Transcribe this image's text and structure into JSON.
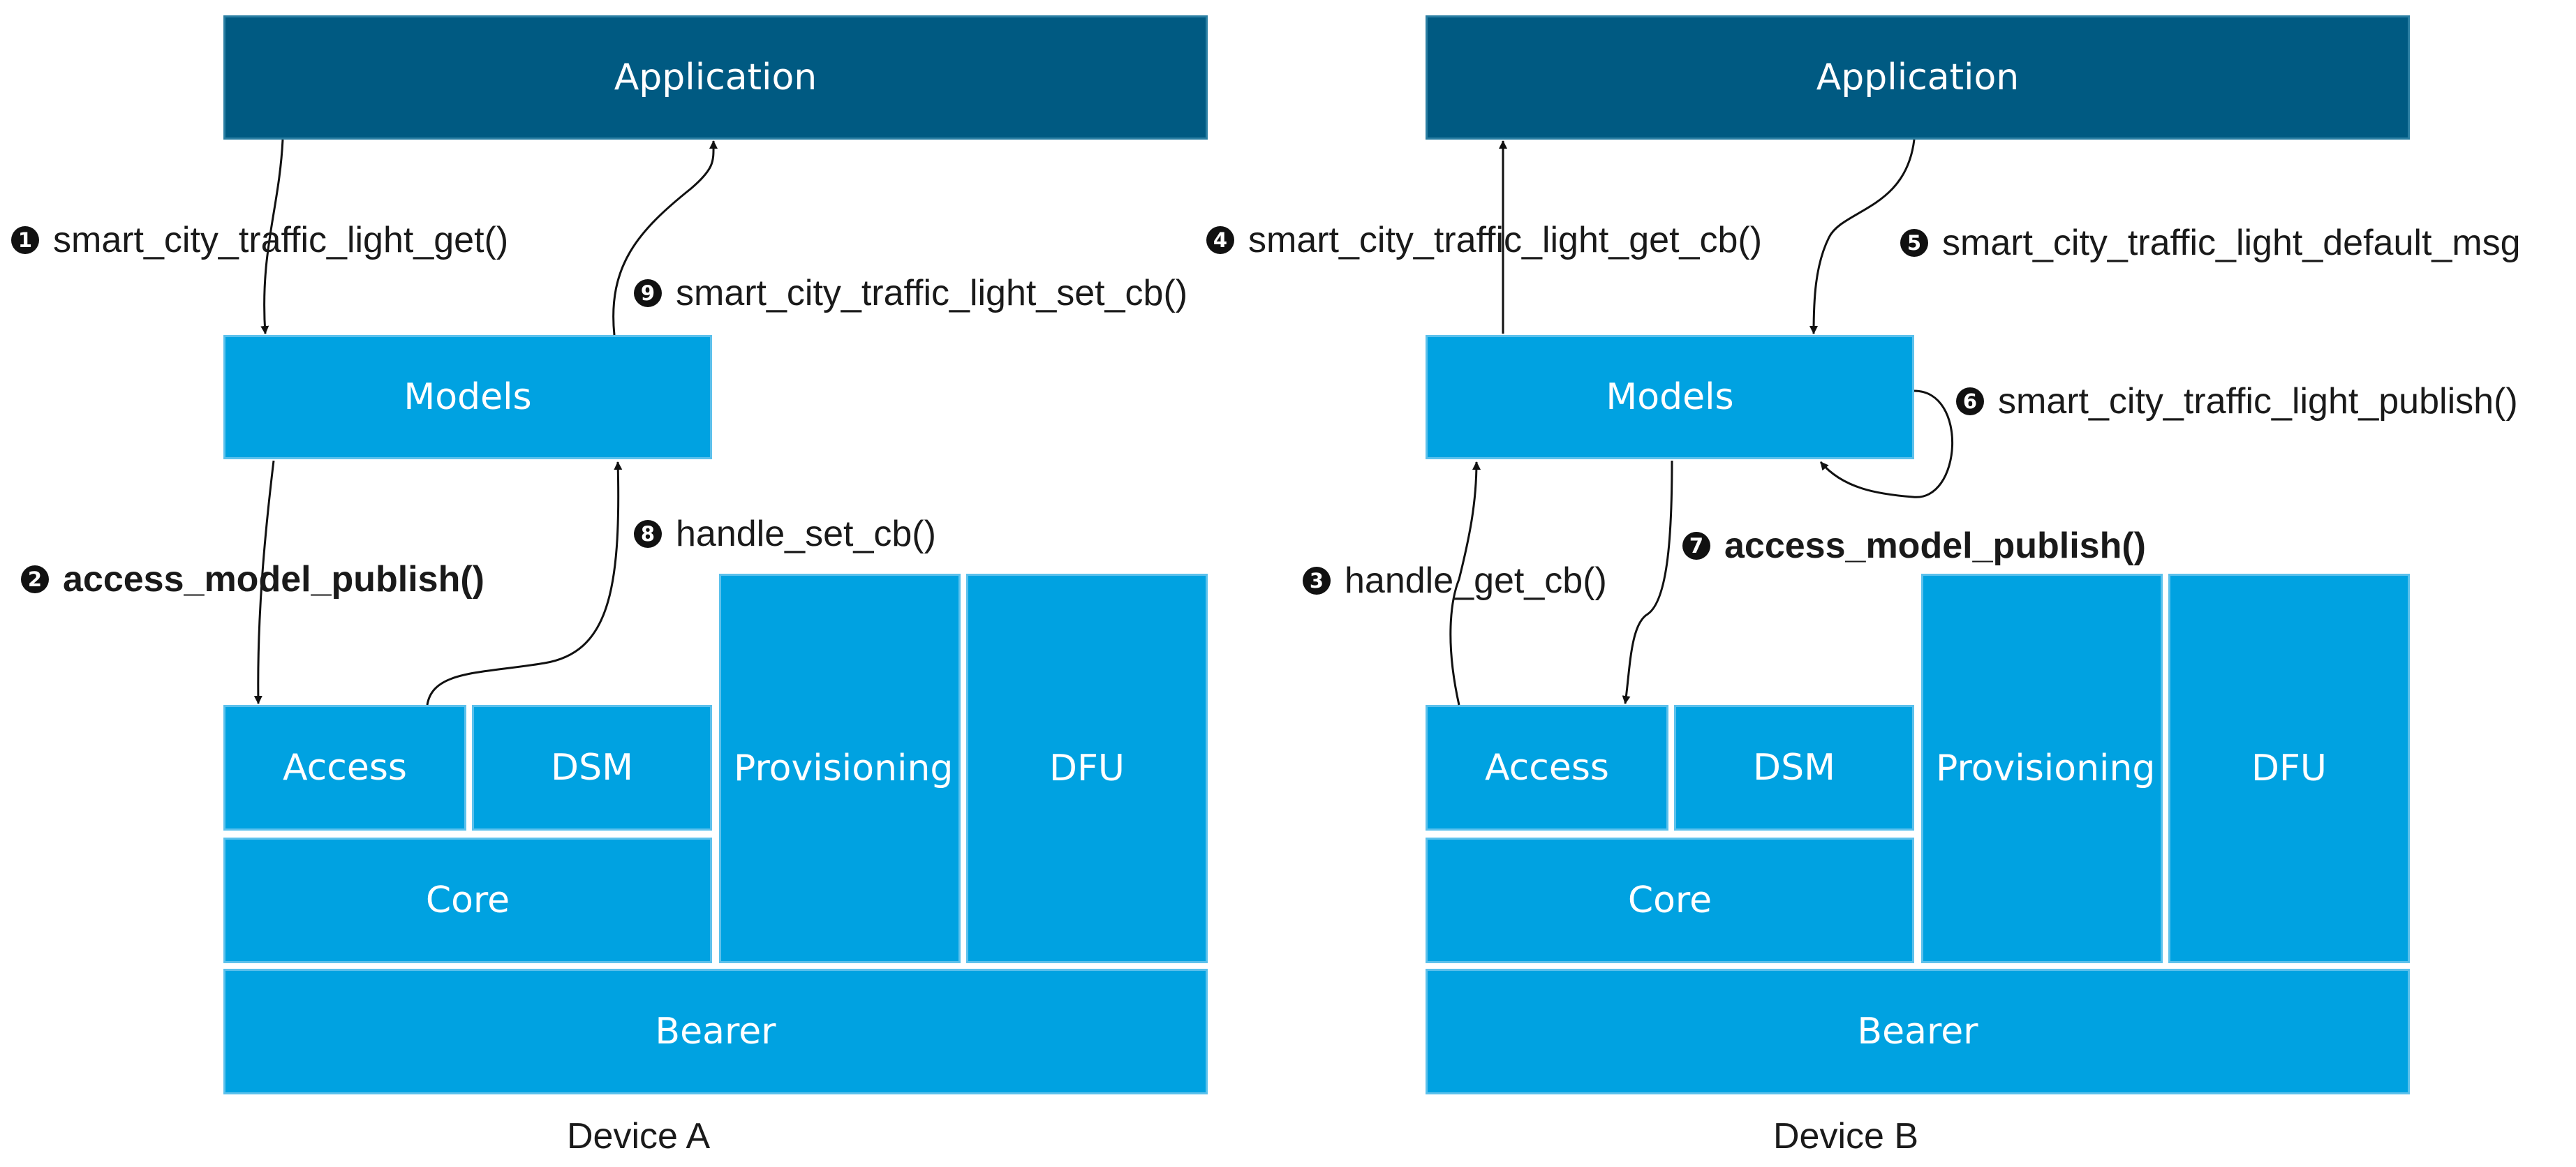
{
  "device_a": {
    "caption": "Device A",
    "application": "Application",
    "models": "Models",
    "access": "Access",
    "dsm": "DSM",
    "provisioning": "Provisioning",
    "dfu": "DFU",
    "core": "Core",
    "bearer": "Bearer"
  },
  "device_b": {
    "caption": "Device B",
    "application": "Application",
    "models": "Models",
    "access": "Access",
    "dsm": "DSM",
    "provisioning": "Provisioning",
    "dfu": "DFU",
    "core": "Core",
    "bearer": "Bearer"
  },
  "steps": [
    {
      "num": "1",
      "text": "smart_city_traffic_light_get()"
    },
    {
      "num": "2",
      "text": "access_model_publish()"
    },
    {
      "num": "3",
      "text": "handle_get_cb()"
    },
    {
      "num": "4",
      "text": "smart_city_traffic_light_get_cb()"
    },
    {
      "num": "5",
      "text": "smart_city_traffic_light_default_msg"
    },
    {
      "num": "6",
      "text": "smart_city_traffic_light_publish()"
    },
    {
      "num": "7",
      "text": "access_model_publish()"
    },
    {
      "num": "8",
      "text": "handle_set_cb()"
    },
    {
      "num": "9",
      "text": "smart_city_traffic_light_set_cb()"
    }
  ],
  "colors": {
    "application": "#005a82",
    "block": "#00a2e1",
    "block_border": "#5cc1ec",
    "arrow": "#111111"
  }
}
